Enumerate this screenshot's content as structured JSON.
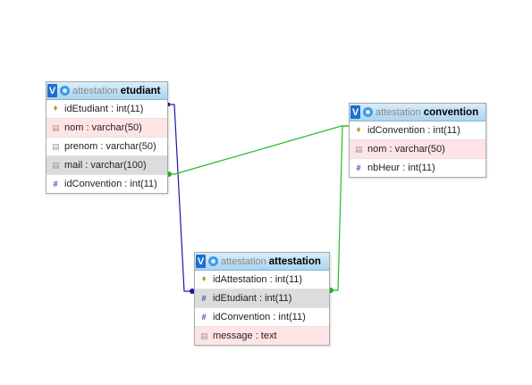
{
  "tables": {
    "etudiant": {
      "database": "attestation",
      "name": "etudiant",
      "toggle": "V",
      "fields": [
        {
          "label": "idEtudiant : int(11)",
          "icon": "key-icon",
          "bg": "white"
        },
        {
          "label": "nom : varchar(50)",
          "icon": "text-field-icon",
          "bg": "pink"
        },
        {
          "label": "prenom : varchar(50)",
          "icon": "text-field-icon",
          "bg": "white"
        },
        {
          "label": "mail : varchar(100)",
          "icon": "text-field-icon",
          "bg": "gray"
        },
        {
          "label": "idConvention : int(11)",
          "icon": "number-field-icon",
          "bg": "white"
        }
      ]
    },
    "convention": {
      "database": "attestation",
      "name": "convention",
      "toggle": "V",
      "fields": [
        {
          "label": "idConvention : int(11)",
          "icon": "key-icon",
          "bg": "white"
        },
        {
          "label": "nom : varchar(50)",
          "icon": "text-field-icon",
          "bg": "pink"
        },
        {
          "label": "nbHeur : int(11)",
          "icon": "number-field-icon",
          "bg": "white"
        }
      ]
    },
    "attestation": {
      "database": "attestation",
      "name": "attestation",
      "toggle": "V",
      "fields": [
        {
          "label": "idAttestation : int(11)",
          "icon": "key-icon",
          "bg": "white"
        },
        {
          "label": "idEtudiant : int(11)",
          "icon": "number-field-icon",
          "bg": "gray"
        },
        {
          "label": "idConvention : int(11)",
          "icon": "number-field-icon",
          "bg": "white"
        },
        {
          "label": "message : text",
          "icon": "text-field-icon",
          "bg": "pink"
        }
      ]
    }
  },
  "relations": [
    {
      "from": "etudiant.idEtudiant",
      "to": "attestation.idEtudiant",
      "color": "#1a1aa6"
    },
    {
      "from": "convention.idConvention",
      "to": "etudiant.idConvention",
      "color": "#22bb22"
    },
    {
      "from": "convention.idConvention",
      "to": "attestation.idConvention",
      "color": "#22bb22"
    }
  ]
}
